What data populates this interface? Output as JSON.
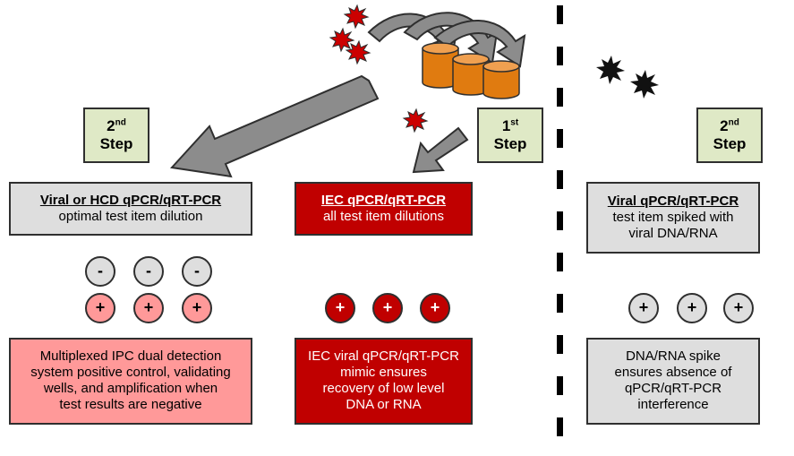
{
  "left_step": {
    "number": "2",
    "sup": "nd",
    "word": "Step"
  },
  "middle_step": {
    "number": "1",
    "sup": "st",
    "word": "Step"
  },
  "right_step": {
    "number": "2",
    "sup": "nd",
    "word": "Step"
  },
  "left_box": {
    "title": "Viral or HCD qPCR/qRT-PCR",
    "subtitle": "optimal test item dilution"
  },
  "middle_box": {
    "title": "IEC qPCR/qRT-PCR",
    "subtitle": "all test item dilutions"
  },
  "right_box": {
    "title": "Viral qPCR/qRT-PCR",
    "subtitle_line1": "test item spiked with",
    "subtitle_line2": "viral DNA/RNA"
  },
  "symbols": {
    "minus": "-",
    "plus": "+"
  },
  "left_desc": [
    "Multiplexed IPC dual detection",
    "system positive control, validating",
    "wells, and amplification when",
    "test results are negative"
  ],
  "middle_desc": [
    "IEC viral qPCR/qRT-PCR",
    "mimic ensures",
    "recovery of low level",
    "DNA or RNA"
  ],
  "right_desc": [
    "DNA/RNA spike",
    "ensures absence of",
    "qPCR/qRT-PCR",
    "interference"
  ],
  "colors": {
    "step_fill": "#dfe9c6",
    "red": "#c00000",
    "pink": "#ff9999",
    "gray": "#dedede",
    "arrow_gray": "#8c8c8c",
    "cylinder": "#e07b10"
  }
}
